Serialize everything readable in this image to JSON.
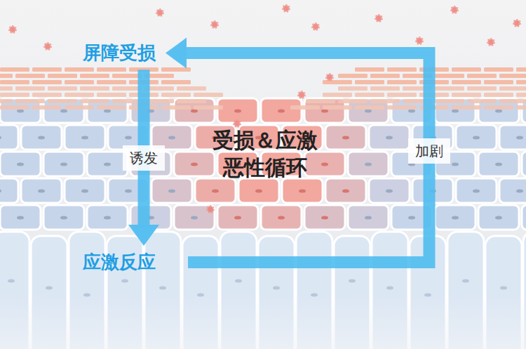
{
  "diagram": {
    "nodes": [
      {
        "text": [
          "屏障受损"
        ]
      },
      {
        "text": [
          "应激反应"
        ]
      }
    ],
    "edges": [
      {
        "from": 0,
        "to": 1,
        "arrow": "to",
        "label": "诱发"
      },
      {
        "from": 1,
        "to": 0,
        "arrow": "to",
        "label": "加剧"
      }
    ],
    "labels": [
      "受损＆应激 恶性循环"
    ]
  }
}
